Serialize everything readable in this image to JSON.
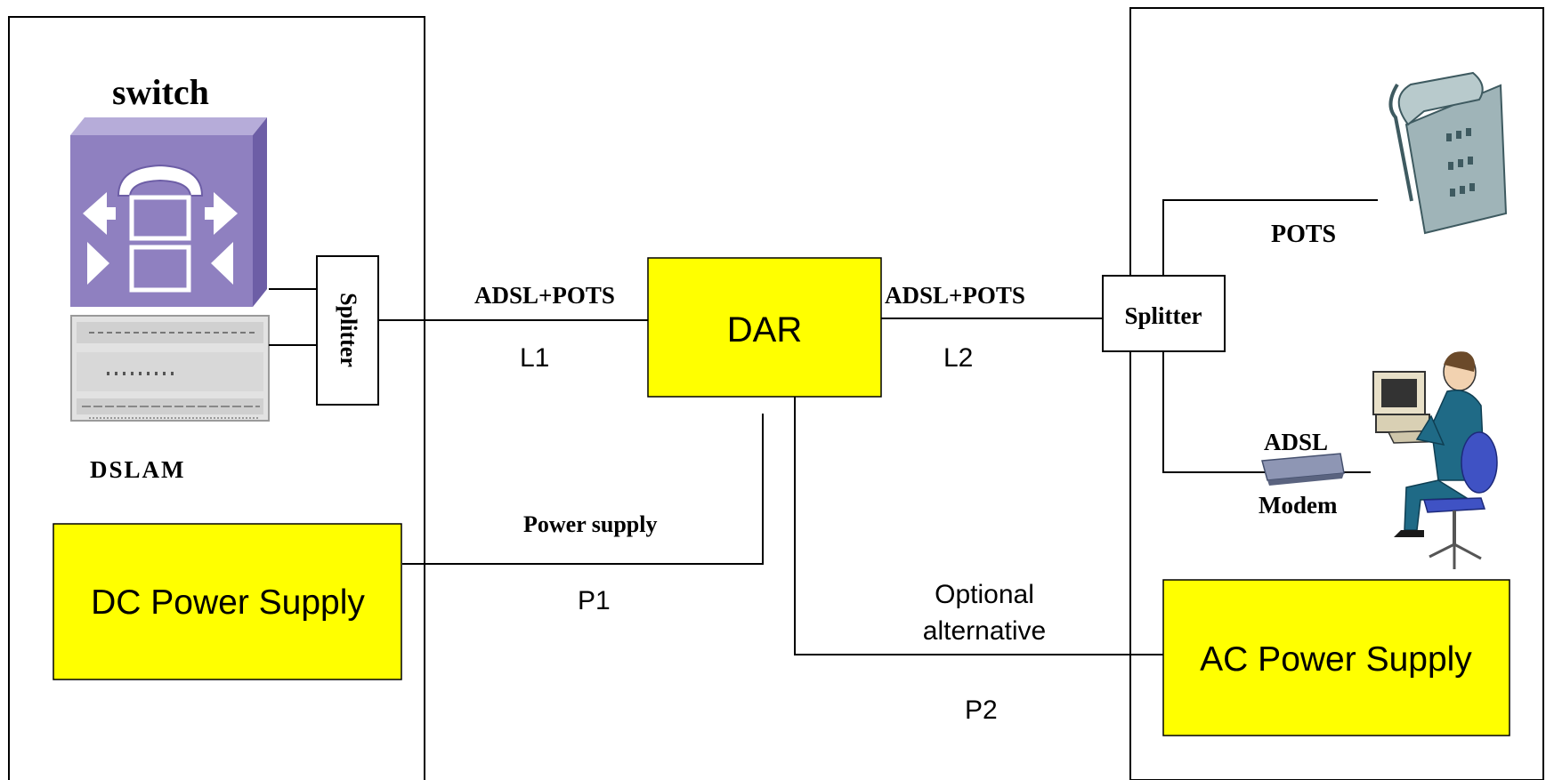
{
  "exchange": {
    "switch_label": "switch",
    "dslam_label": "DSLAM",
    "splitter_label": "Splitter"
  },
  "dar": {
    "label": "DAR"
  },
  "customer": {
    "splitter_label": "Splitter",
    "pots_label": "POTS",
    "modem_line1": "ADSL",
    "modem_line2": "Modem"
  },
  "links": {
    "l1_type": "ADSL+POTS",
    "l1_id": "L1",
    "l2_type": "ADSL+POTS",
    "l2_id": "L2",
    "p1_type": "Power supply",
    "p1_id": "P1",
    "p2_type_line1": "Optional",
    "p2_type_line2": "alternative",
    "p2_id": "P2"
  },
  "power": {
    "dc_label": "DC Power Supply",
    "ac_label": "AC Power Supply"
  },
  "colors": {
    "yellow_box": "#ffff00",
    "switch_purple": "#8f80c0",
    "phone_gray": "#9fb4b8",
    "person_blue": "#1f6a86",
    "line": "#000000"
  },
  "icons": [
    "telephone-icon",
    "computer-user-icon",
    "modem-icon",
    "switch-icon",
    "dslam-rack-icon"
  ]
}
